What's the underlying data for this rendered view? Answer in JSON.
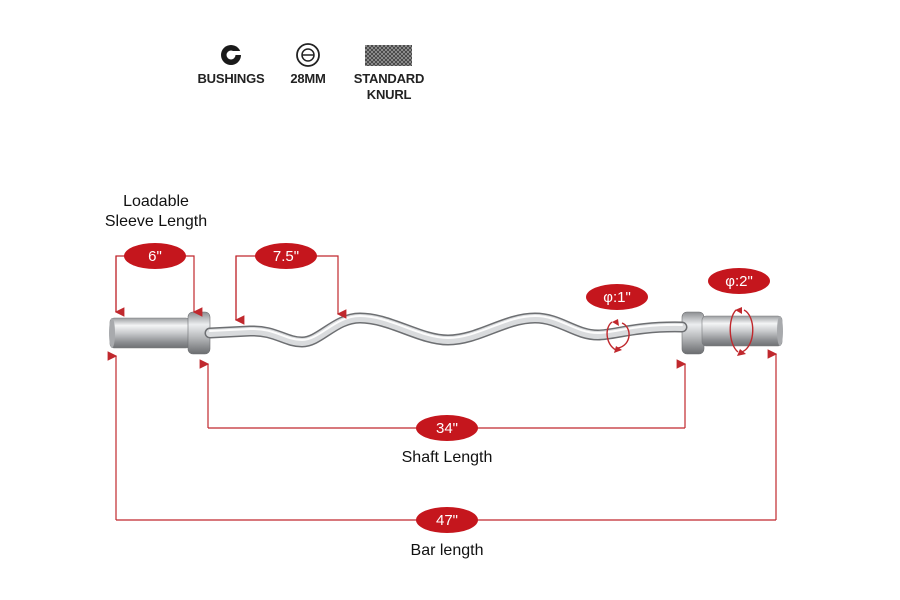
{
  "features": [
    {
      "icon": "bushing-icon",
      "label": "BUSHINGS"
    },
    {
      "icon": "diameter-circle-icon",
      "label": "28MM"
    },
    {
      "icon": "knurl-pattern-icon",
      "label_line1": "STANDARD",
      "label_line2": "KNURL"
    }
  ],
  "labels": {
    "sleeve_line1": "Loadable",
    "sleeve_line2": "Sleeve Length",
    "shaft": "Shaft Length",
    "bar": "Bar length"
  },
  "dimensions": {
    "sleeve": "6\"",
    "curve": "7.5\"",
    "shaft_diameter": "φ:1\"",
    "sleeve_diameter": "φ:2\"",
    "shaft_length": "34\"",
    "bar_length": "47\""
  },
  "colors": {
    "accent": "#c0282d",
    "badge": "#c5161d",
    "steel": "#c8cacc"
  }
}
